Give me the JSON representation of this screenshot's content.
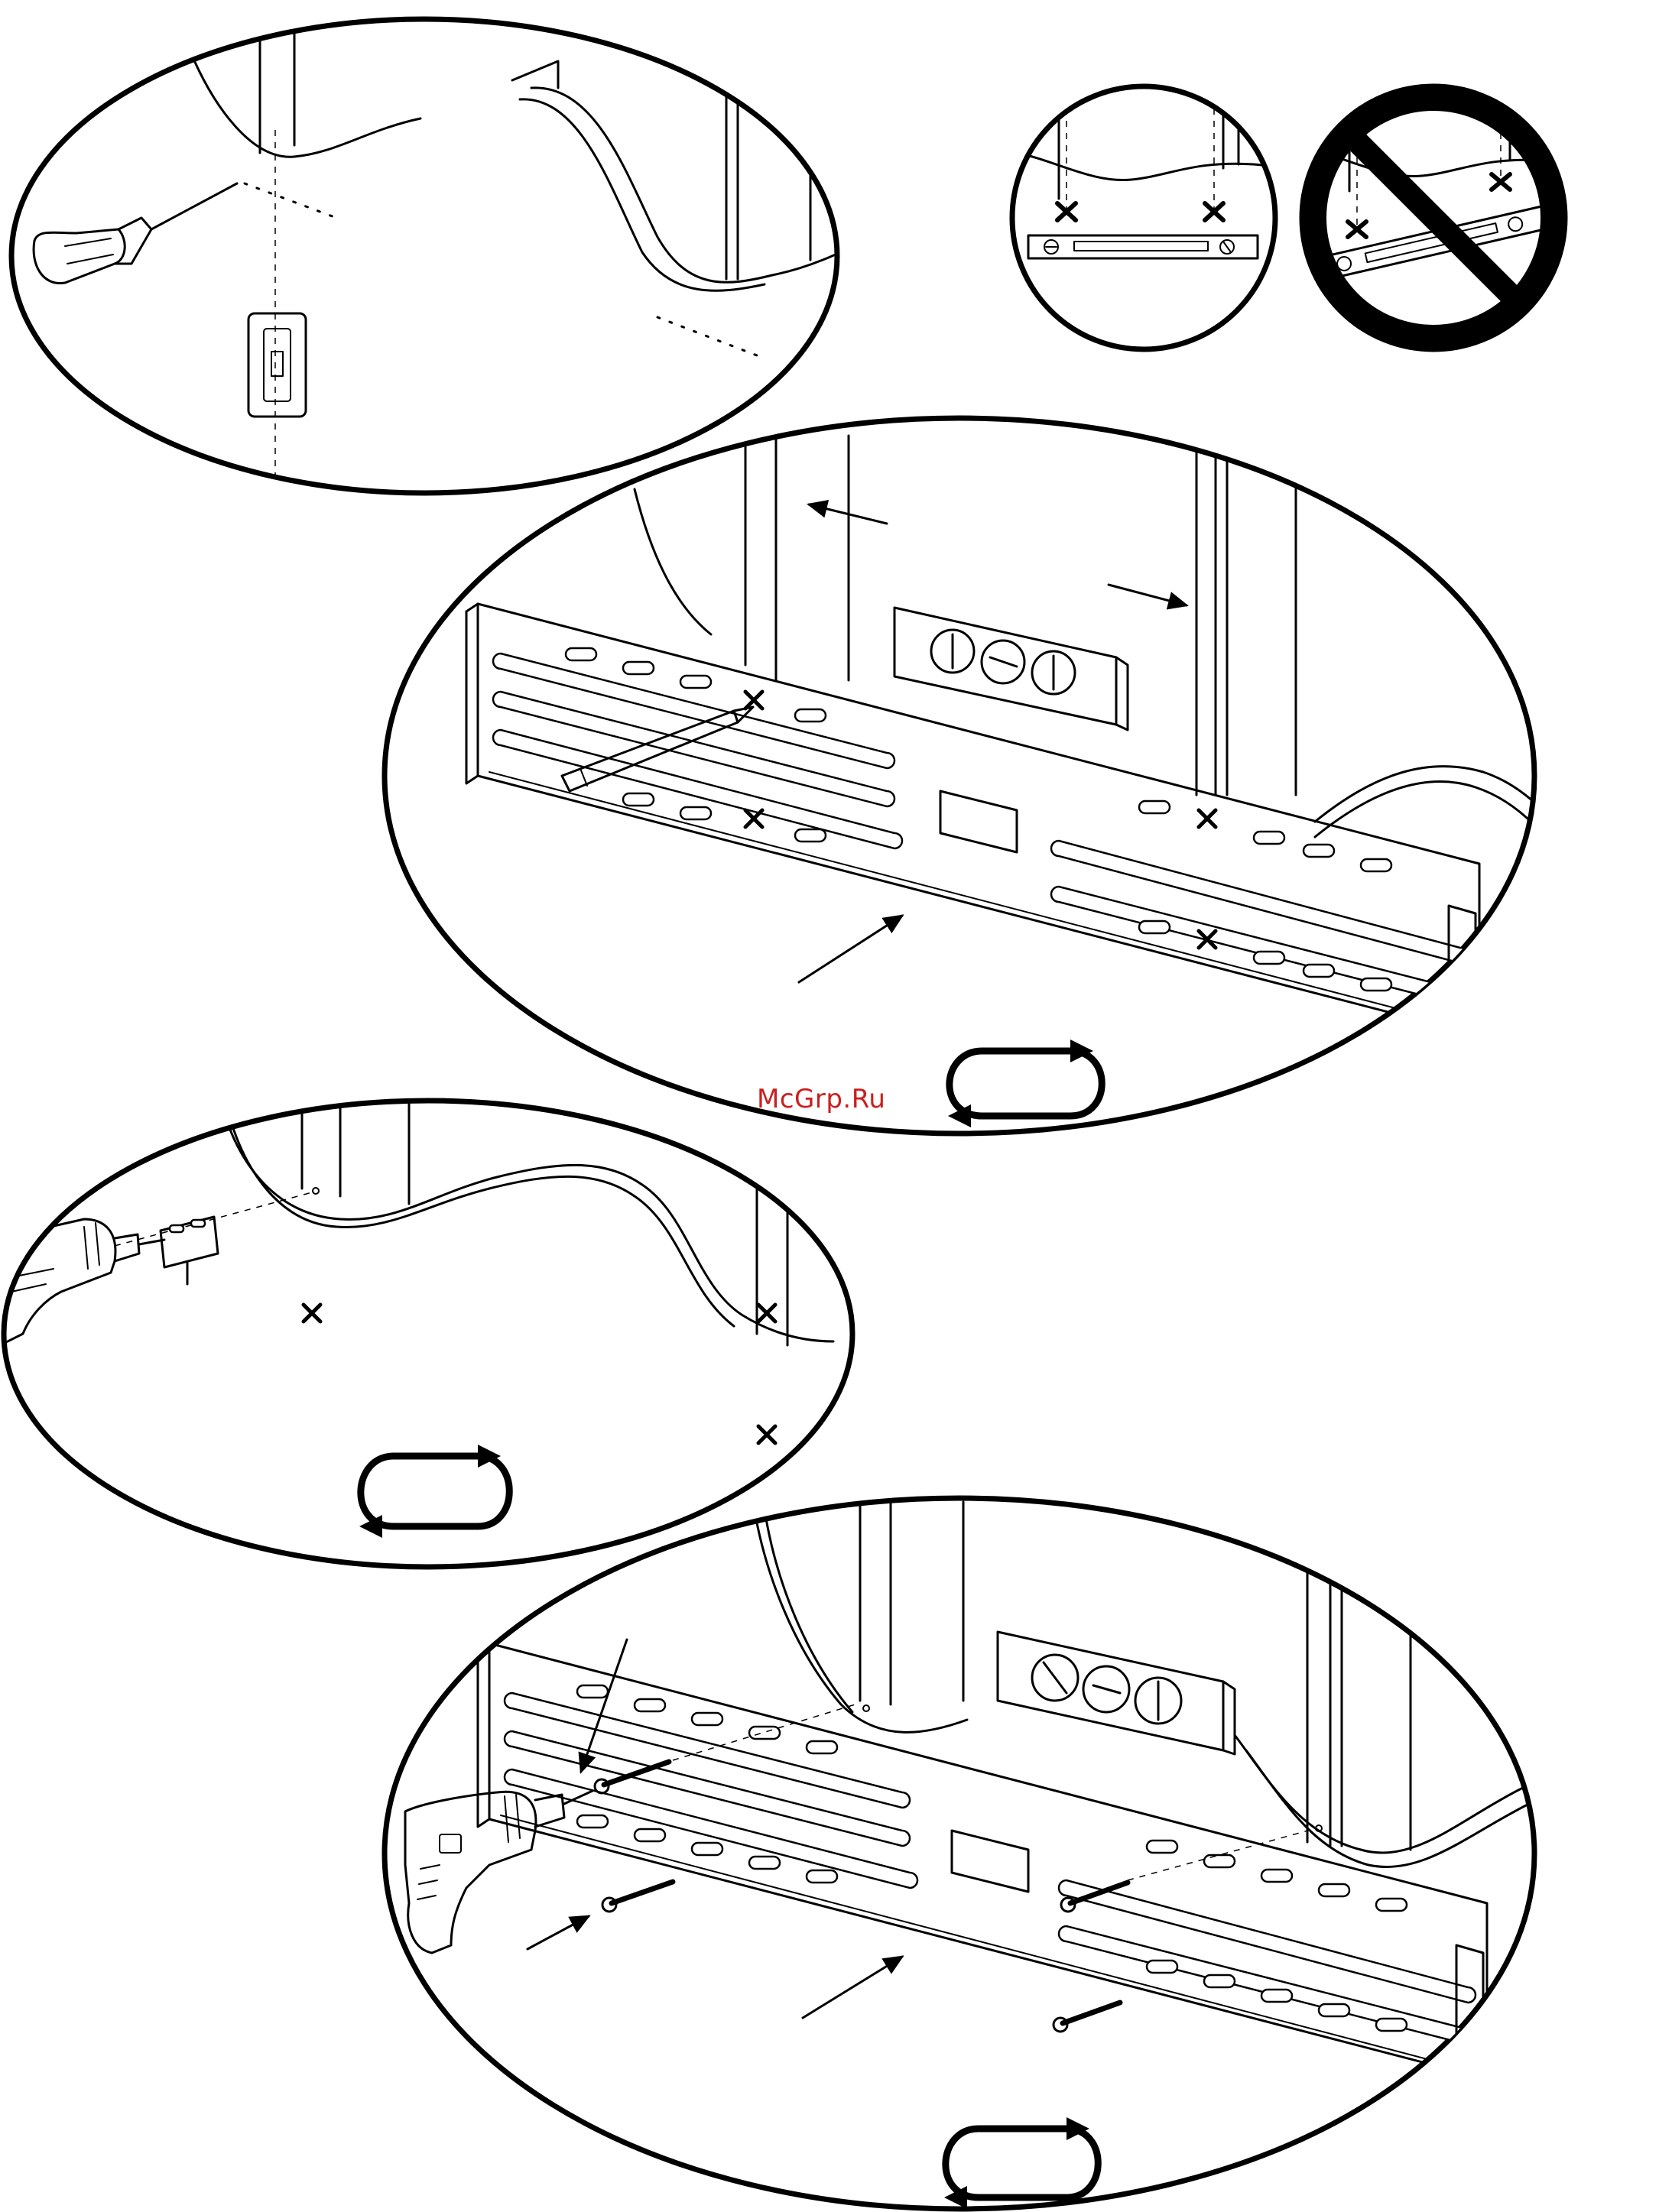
{
  "watermark": {
    "text": "McGrp.Ru",
    "color": "#cc1f1f"
  },
  "panels": [
    {
      "name": "step-mark-stud",
      "icons": [
        "screwdriver-icon",
        "light-switch-icon",
        "wall-stud-icon"
      ]
    },
    {
      "name": "level-correct",
      "icons": [
        "level-icon",
        "screw-mark-icon"
      ]
    },
    {
      "name": "level-incorrect",
      "icons": [
        "prohibited-icon",
        "level-icon"
      ]
    },
    {
      "name": "step-position-plate",
      "icons": [
        "wall-plate-icon",
        "level-icon",
        "pencil-icon",
        "rotate-icon"
      ]
    },
    {
      "name": "step-drill-holes",
      "icons": [
        "drill-icon",
        "mark-icon",
        "rotate-icon"
      ]
    },
    {
      "name": "step-fasten-plate",
      "icons": [
        "drill-icon",
        "lag-bolt-icon",
        "wall-plate-icon",
        "level-icon",
        "rotate-icon"
      ]
    }
  ]
}
